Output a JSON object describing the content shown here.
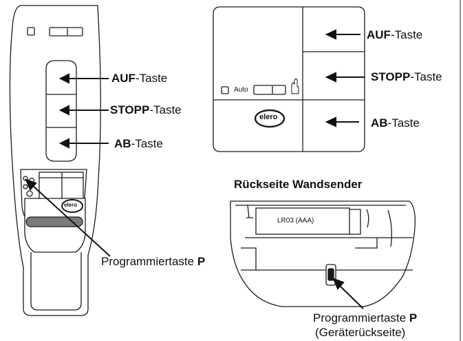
{
  "labels": {
    "handheld": {
      "up": {
        "bold": "AUF",
        "rest": "-Taste"
      },
      "stop": {
        "bold": "STOPP",
        "rest": "-Taste"
      },
      "down": {
        "bold": "AB",
        "rest": "-Taste"
      },
      "prog": {
        "text": "Programmiertaste ",
        "bold": "P"
      }
    },
    "wall": {
      "up": {
        "bold": "AUF",
        "rest": "-Taste"
      },
      "stop": {
        "bold": "STOPP",
        "rest": "-Taste"
      },
      "down": {
        "bold": "AB",
        "rest": "-Taste"
      },
      "auto": "Auto"
    },
    "back": {
      "title": "Rückseite Wandsender",
      "battery": "LR03 (AAA)",
      "prog_line1_text": "Programmiertaste ",
      "prog_line1_bold": "P",
      "prog_line2": "(Geräterückseite)"
    },
    "brand": "elero"
  },
  "colors": {
    "line": "#1a1a1a",
    "fill": "#ffffff",
    "slot": "#7a7a7a"
  }
}
